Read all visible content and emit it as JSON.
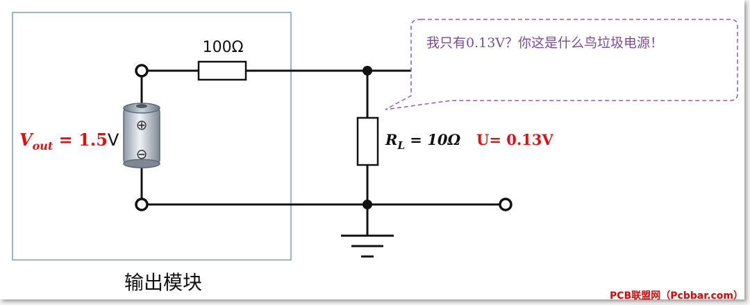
{
  "module_label": "输出模块",
  "resistor_series_label": "100Ω",
  "vout_label": {
    "symbol": "V",
    "subscript": "out",
    "equals": " = ",
    "value": "1.5",
    "unit": "V"
  },
  "load_label": {
    "symbol": "R",
    "subscript": "L",
    "equals": " = ",
    "value": "10Ω"
  },
  "voltage_label": "U= 0.13V",
  "speech_bubble_text": "我只有0.13V？你这是什么鸟垃圾电源！",
  "battery": {
    "plus": "⊕",
    "minus": "⊖"
  },
  "watermark": "PCB联盟网（Pcbbar.com）",
  "colors": {
    "highlight_red": "#e01010",
    "module_box": "#7a9cc0",
    "bubble_border": "#8a5fb0",
    "bubble_text": "#7b4a9e"
  }
}
